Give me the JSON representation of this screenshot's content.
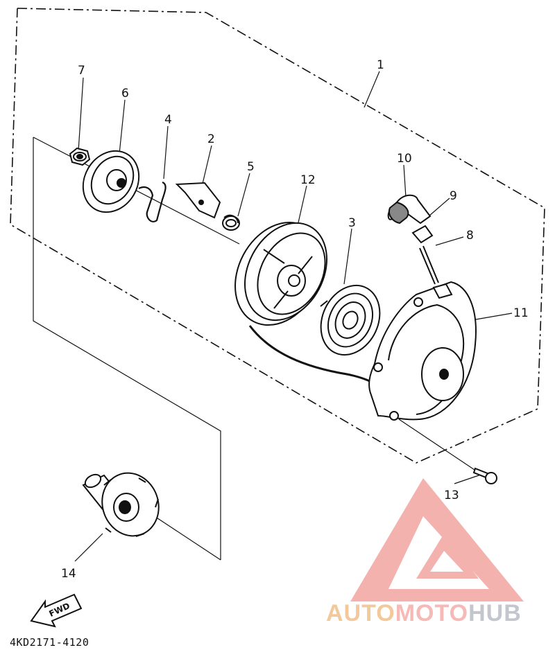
{
  "callouts": {
    "c1": "1",
    "c2": "2",
    "c3": "3",
    "c4": "4",
    "c5": "5",
    "c6": "6",
    "c7": "7",
    "c8": "8",
    "c9": "9",
    "c10": "10",
    "c11": "11",
    "c12": "12",
    "c13": "13",
    "c14": "14"
  },
  "fwd_marker": "FWD",
  "diagram_code": "4KD2171-4120",
  "watermark": {
    "part1": "AUTO",
    "part2": "MOTO",
    "part3": "HUB"
  },
  "colors": {
    "line": "#111111",
    "watermark_red": "#f2a09c",
    "watermark_orange": "#f3c89b",
    "watermark_gray": "#c3c6cc"
  }
}
